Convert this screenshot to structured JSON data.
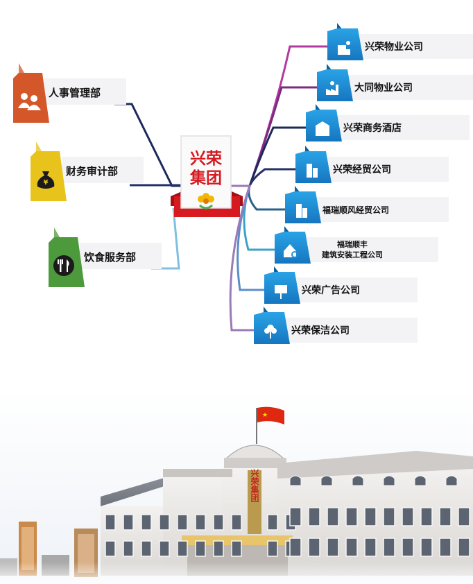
{
  "center": {
    "line1": "兴荣",
    "line2": "集团"
  },
  "left_departments": [
    {
      "label": "人事管理部",
      "icon": "people-icon",
      "color": "#d4572a"
    },
    {
      "label": "财务审计部",
      "icon": "money-bag-icon",
      "color": "#e8c31c"
    },
    {
      "label": "饮食服务部",
      "icon": "fork-knife-icon",
      "color": "#4d9a3c"
    }
  ],
  "right_companies": [
    {
      "lines": [
        "兴荣物业公司"
      ],
      "icon": "building-sun-icon"
    },
    {
      "lines": [
        "大同物业公司"
      ],
      "icon": "factory-sun-icon"
    },
    {
      "lines": [
        "兴荣商务酒店"
      ],
      "icon": "hotel-icon"
    },
    {
      "lines": [
        "兴荣经贸公司"
      ],
      "icon": "office-tower-icon"
    },
    {
      "lines": [
        "福瑞顺风经贸公司"
      ],
      "icon": "office-tower-icon"
    },
    {
      "lines": [
        "福瑞顺丰",
        "建筑安装工程公司"
      ],
      "icon": "house-search-icon"
    },
    {
      "lines": [
        "兴荣广告公司"
      ],
      "icon": "billboard-icon"
    },
    {
      "lines": [
        "兴荣保洁公司"
      ],
      "icon": "flower-icon"
    }
  ],
  "building_sign": "兴荣集团",
  "colors": {
    "company_tab": "#1e8fd6",
    "center_red": "#d71920",
    "label_bg": "#f3f3f6"
  }
}
